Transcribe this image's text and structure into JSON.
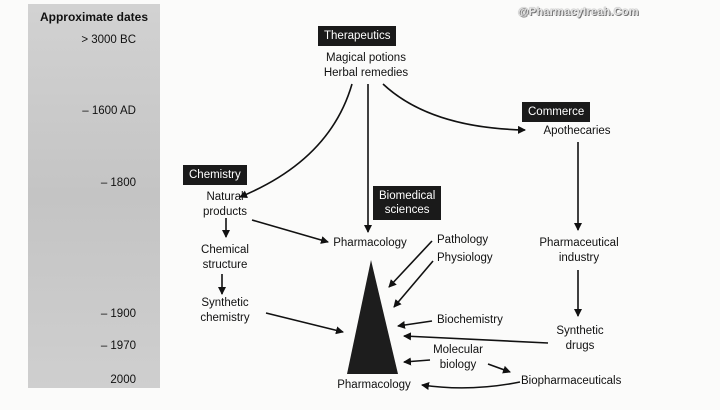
{
  "watermark": "@PharmacyIreah.Com",
  "timeline": {
    "title": "Approximate dates",
    "dates": [
      ">  3000 BC",
      "– 1600 AD",
      "– 1800",
      "– 1900",
      "– 1970",
      "2000"
    ]
  },
  "categories": {
    "therapeutics": "Therapeutics",
    "commerce": "Commerce",
    "chemistry": "Chemistry",
    "biomedical_line1": "Biomedical",
    "biomedical_line2": "sciences"
  },
  "nodes": {
    "potions_line1": "Magical potions",
    "potions_line2": "Herbal remedies",
    "apothecaries": "Apothecaries",
    "natural_line1": "Natural",
    "natural_line2": "products",
    "pharmacology_top": "Pharmacology",
    "pathology": "Pathology",
    "physiology": "Physiology",
    "pharm_industry_line1": "Pharmaceutical",
    "pharm_industry_line2": "industry",
    "chem_structure_line1": "Chemical",
    "chem_structure_line2": "structure",
    "synth_chem_line1": "Synthetic",
    "synth_chem_line2": "chemistry",
    "biochemistry": "Biochemistry",
    "synth_drugs_line1": "Synthetic",
    "synth_drugs_line2": "drugs",
    "molecular_line1": "Molecular",
    "molecular_line2": "biology",
    "biopharmaceuticals": "Biopharmaceuticals",
    "pharmacology_bottom": "Pharmacology"
  },
  "colors": {
    "arrow": "#111111",
    "label_bg": "#1a1a1a",
    "timeline_bg": "#c8c8c8"
  }
}
